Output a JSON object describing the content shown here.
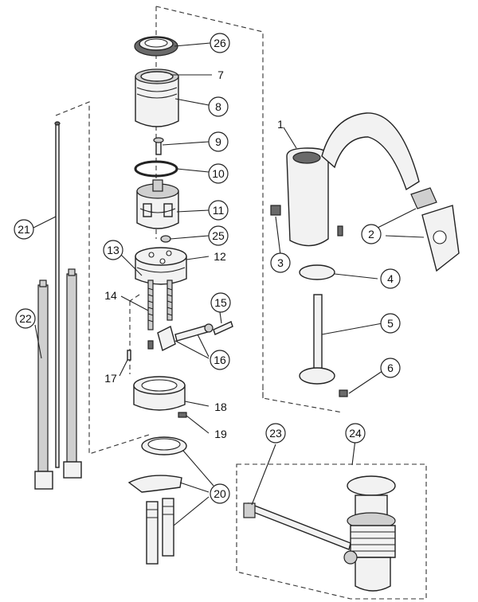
{
  "callouts": [
    {
      "id": "1",
      "label": "1",
      "circled": false
    },
    {
      "id": "2",
      "label": "2",
      "circled": true
    },
    {
      "id": "3",
      "label": "3",
      "circled": true
    },
    {
      "id": "4",
      "label": "4",
      "circled": true
    },
    {
      "id": "5",
      "label": "5",
      "circled": true
    },
    {
      "id": "6",
      "label": "6",
      "circled": true
    },
    {
      "id": "7",
      "label": "7",
      "circled": false
    },
    {
      "id": "8",
      "label": "8",
      "circled": true
    },
    {
      "id": "9",
      "label": "9",
      "circled": true
    },
    {
      "id": "10",
      "label": "10",
      "circled": true
    },
    {
      "id": "11",
      "label": "11",
      "circled": true
    },
    {
      "id": "12",
      "label": "12",
      "circled": false
    },
    {
      "id": "13",
      "label": "13",
      "circled": true
    },
    {
      "id": "14",
      "label": "14",
      "circled": false
    },
    {
      "id": "15",
      "label": "15",
      "circled": true
    },
    {
      "id": "16",
      "label": "16",
      "circled": true
    },
    {
      "id": "17",
      "label": "17",
      "circled": false
    },
    {
      "id": "18",
      "label": "18",
      "circled": false
    },
    {
      "id": "19",
      "label": "19",
      "circled": false
    },
    {
      "id": "20",
      "label": "20",
      "circled": true
    },
    {
      "id": "21",
      "label": "21",
      "circled": true
    },
    {
      "id": "22",
      "label": "22",
      "circled": true
    },
    {
      "id": "23",
      "label": "23",
      "circled": true
    },
    {
      "id": "24",
      "label": "24",
      "circled": true
    },
    {
      "id": "25",
      "label": "25",
      "circled": true
    },
    {
      "id": "26",
      "label": "26",
      "circled": true
    }
  ],
  "colors": {
    "line": "#222222",
    "fill": "#f2f2f2",
    "dark": "#6a6a6a",
    "background": "#ffffff"
  }
}
